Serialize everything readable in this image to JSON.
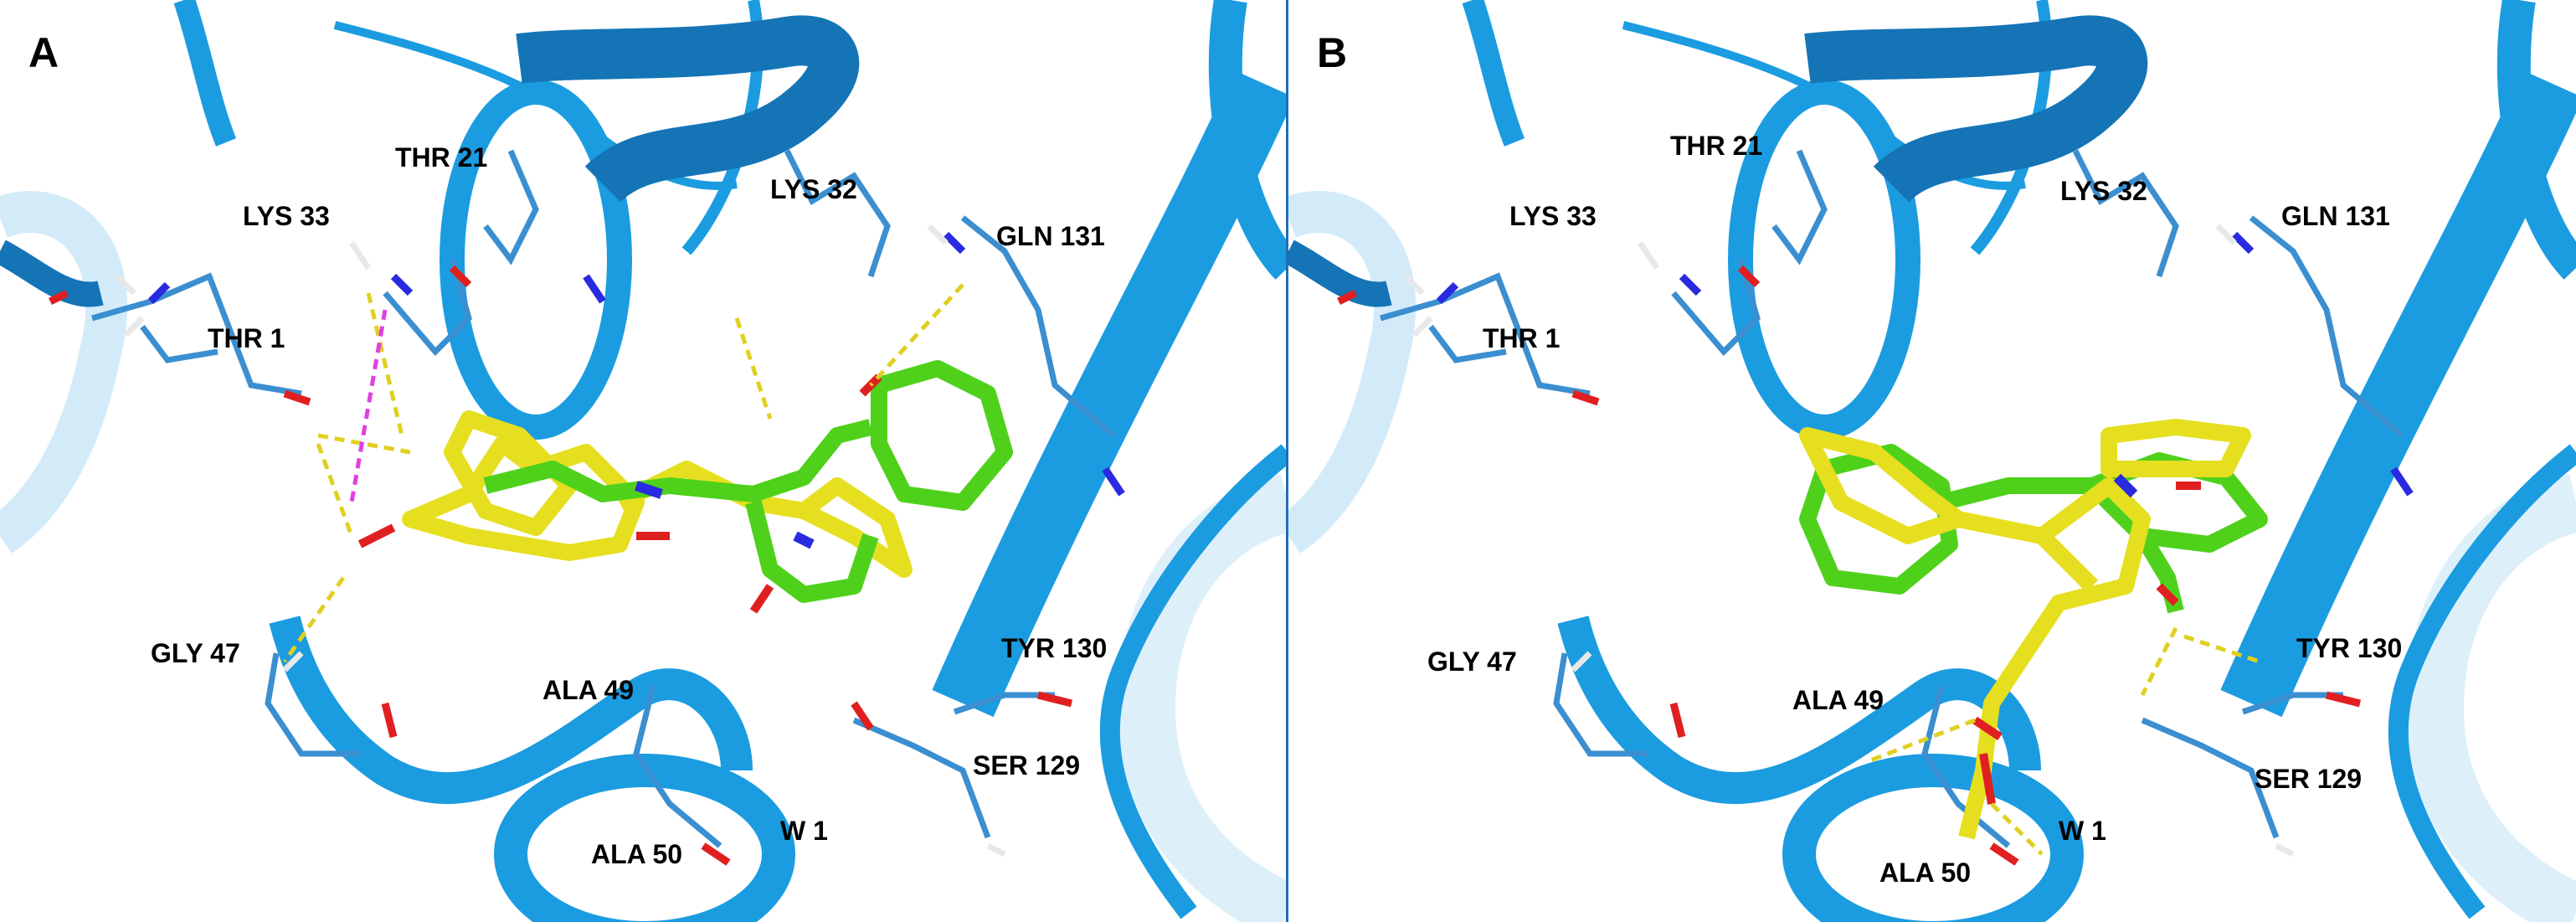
{
  "figure": {
    "panels": [
      {
        "letter": "A",
        "labels": [
          "THR 21",
          "LYS 33",
          "LYS 32",
          "GLN 131",
          "THR 1",
          "GLY 47",
          "ALA 49",
          "TYR 130",
          "SER 129",
          "ALA 50",
          "W 1"
        ]
      },
      {
        "letter": "B",
        "labels": [
          "THR 21",
          "LYS 33",
          "LYS 32",
          "GLN 131",
          "THR 1",
          "GLY 47",
          "ALA 49",
          "TYR 130",
          "SER 129",
          "ALA 50",
          "W 1"
        ]
      }
    ]
  },
  "colors": {
    "ribbon": "#1b9ce0",
    "ribbon_dark": "#1474b6",
    "ribbon_light": "#9dd3f2",
    "ligand_yellow": "#e6df1f",
    "ligand_green": "#4fd11c",
    "nitrogen": "#2a2ae0",
    "oxygen": "#e02020",
    "hbond": "#e0d020",
    "salt_bridge": "#e040e0"
  }
}
